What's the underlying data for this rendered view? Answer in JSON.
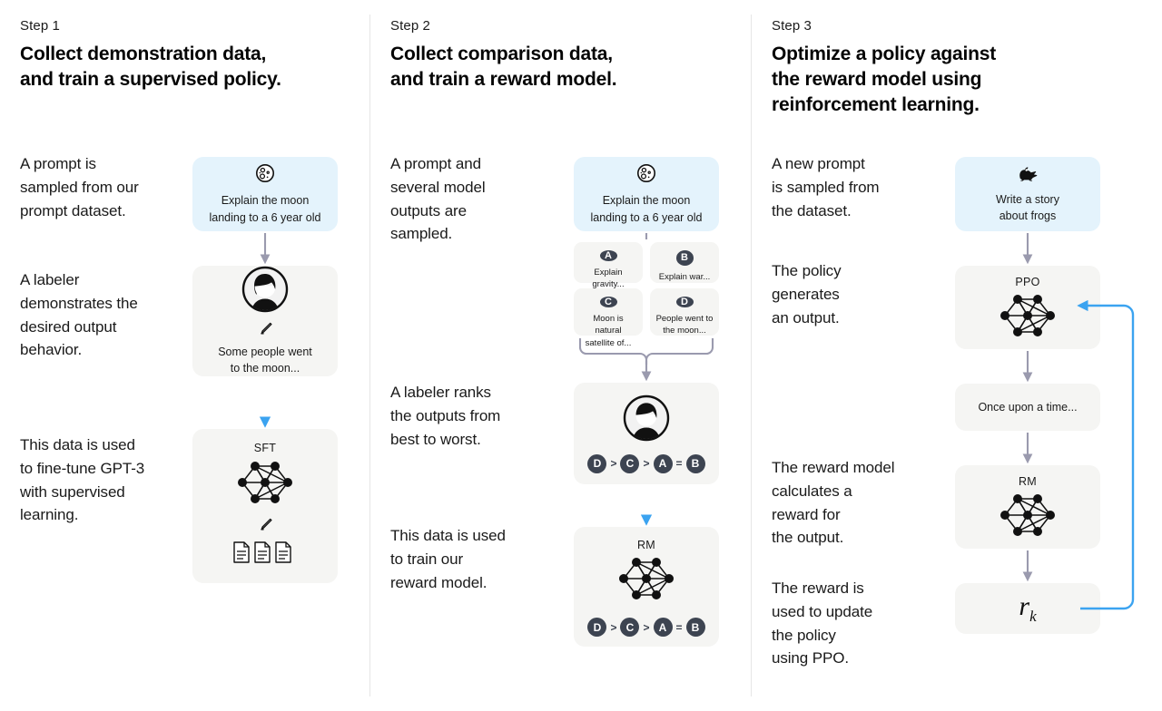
{
  "diagram": {
    "title": "RLHF three-step training diagram",
    "colors": {
      "prompt_card_bg": "#E4F3FC",
      "model_card_bg": "#F5F5F3",
      "badge_bg": "#3D4451",
      "feedback_arrow": "#3BA3F0",
      "flow_arrow": "#9A9AAE",
      "divider": "#E6E6E6",
      "text": "#1A1A1A"
    }
  },
  "columns": [
    {
      "step_label": "Step 1",
      "title": "Collect demonstration data,\nand train a supervised policy.",
      "narratives": [
        "A prompt is\nsampled from our\nprompt dataset.",
        "A labeler\ndemonstrates the\ndesired output\nbehavior.",
        "This data is used\nto fine-tune GPT-3\nwith supervised\nlearning."
      ],
      "cards": [
        {
          "kind": "prompt",
          "icon": "moon-icon",
          "text": "Explain the moon\nlanding to a 6 year old"
        },
        {
          "kind": "model",
          "icon": "labeler-avatar-icon",
          "secondary_icon": "pencil-icon",
          "text": "Some people went\nto the moon..."
        },
        {
          "kind": "model",
          "label": "SFT",
          "icon": "neural-network-icon",
          "secondary_icon": "pencil-icon",
          "tertiary_icon": "documents-icon"
        }
      ]
    },
    {
      "step_label": "Step 2",
      "title": "Collect comparison data,\nand train a reward model.",
      "narratives": [
        "A prompt and\nseveral model\noutputs are\nsampled.",
        "A labeler ranks\nthe outputs from\nbest to worst.",
        "This data is used\nto train our\nreward model."
      ],
      "cards": [
        {
          "kind": "prompt",
          "icon": "moon-icon",
          "text": "Explain the moon\nlanding to a 6 year old"
        },
        {
          "kind": "model",
          "icon": "labeler-avatar-icon",
          "ranking": [
            "D",
            ">",
            "C",
            ">",
            "A",
            "=",
            "B"
          ]
        },
        {
          "kind": "model",
          "label": "RM",
          "icon": "neural-network-icon",
          "ranking": [
            "D",
            ">",
            "C",
            ">",
            "A",
            "=",
            "B"
          ]
        }
      ],
      "options": [
        {
          "badge": "A",
          "text": "Explain gravity..."
        },
        {
          "badge": "B",
          "text": "Explain war..."
        },
        {
          "badge": "C",
          "text": "Moon is natural\nsatellite of..."
        },
        {
          "badge": "D",
          "text": "People went to\nthe moon..."
        }
      ]
    },
    {
      "step_label": "Step 3",
      "title": "Optimize a policy against\nthe reward model using\nreinforcement learning.",
      "narratives": [
        "A new prompt\nis sampled from\nthe dataset.",
        "The policy\ngenerates\nan output.",
        "The reward model\ncalculates a\nreward for\nthe output.",
        "The reward is\nused to update\nthe policy\nusing PPO."
      ],
      "cards": [
        {
          "kind": "prompt",
          "icon": "frog-icon",
          "text": "Write a story\nabout frogs"
        },
        {
          "kind": "model",
          "label": "PPO",
          "icon": "neural-network-icon"
        },
        {
          "kind": "model",
          "text": "Once upon a time..."
        },
        {
          "kind": "model",
          "label": "RM",
          "icon": "neural-network-icon"
        },
        {
          "kind": "model",
          "formula": "r",
          "formula_sub": "k"
        }
      ]
    }
  ]
}
